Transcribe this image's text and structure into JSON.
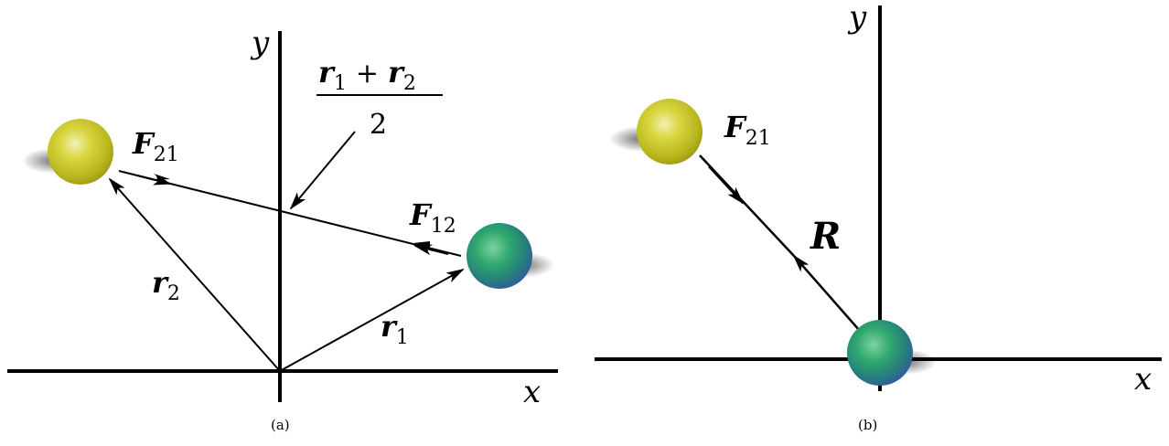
{
  "panel_a": {
    "caption": "(a)",
    "axis_x_label": "x",
    "axis_y_label": "y",
    "vector_r1": {
      "symbol": "r",
      "subscript": "1"
    },
    "vector_r2": {
      "symbol": "r",
      "subscript": "2"
    },
    "force_21": {
      "symbol": "F",
      "subscript": "21"
    },
    "force_12": {
      "symbol": "F",
      "subscript": "12"
    },
    "midpoint_label": {
      "numerator_a": "r",
      "numerator_a_sub": "1",
      "plus": "+",
      "numerator_b": "r",
      "numerator_b_sub": "2",
      "denominator": "2"
    }
  },
  "panel_b": {
    "caption": "(b)",
    "axis_x_label": "x",
    "axis_y_label": "y",
    "force_21": {
      "symbol": "F",
      "subscript": "21"
    },
    "vector_R": "R"
  },
  "colors": {
    "yellow_ball": "#c9c92a",
    "green_ball": "#2a9a6a",
    "blue_tint": "#3a6fb0",
    "ink": "#000000"
  }
}
